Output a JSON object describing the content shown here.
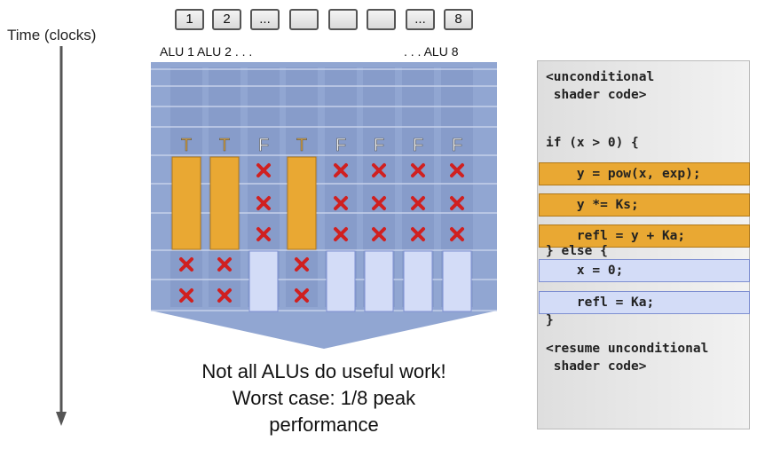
{
  "time_axis": {
    "label": "Time (clocks)"
  },
  "alu_header": {
    "boxes": [
      "1",
      "2",
      "...",
      "",
      "",
      "",
      "...",
      "8"
    ],
    "label_left": "ALU 1 ALU 2 . . .",
    "label_right": ". . . ALU 8"
  },
  "lanes": {
    "conditions": [
      "T",
      "T",
      "F",
      "T",
      "F",
      "F",
      "F",
      "F"
    ],
    "true_mark_color": "#e9a833",
    "false_mark_color": "#f4f4f4",
    "idle_mark": "x-icon",
    "idle_mark_color": "#d02020"
  },
  "caption": {
    "line1": "Not all ALUs do useful work!",
    "line2": "Worst case: 1/8 peak",
    "line3": "performance"
  },
  "code": {
    "line_uncond_1": "<unconditional",
    "line_uncond_2": " shader code>",
    "line_if": "if (x > 0) {",
    "line_pow": "    y = pow(x, exp);",
    "line_ks": "    y *= Ks;",
    "line_refl1": "    refl = y + Ka;",
    "line_else": "} else {",
    "line_x0": "    x = 0;",
    "line_refl2": "    refl = Ka;",
    "line_close": "}",
    "line_resume_1": "<resume unconditional",
    "line_resume_2": " shader code>"
  },
  "colors": {
    "grid_background": "#91a6d2",
    "true_branch": "#e9a833",
    "false_branch": "#d3dcf7",
    "idle_cross": "#d02020"
  }
}
